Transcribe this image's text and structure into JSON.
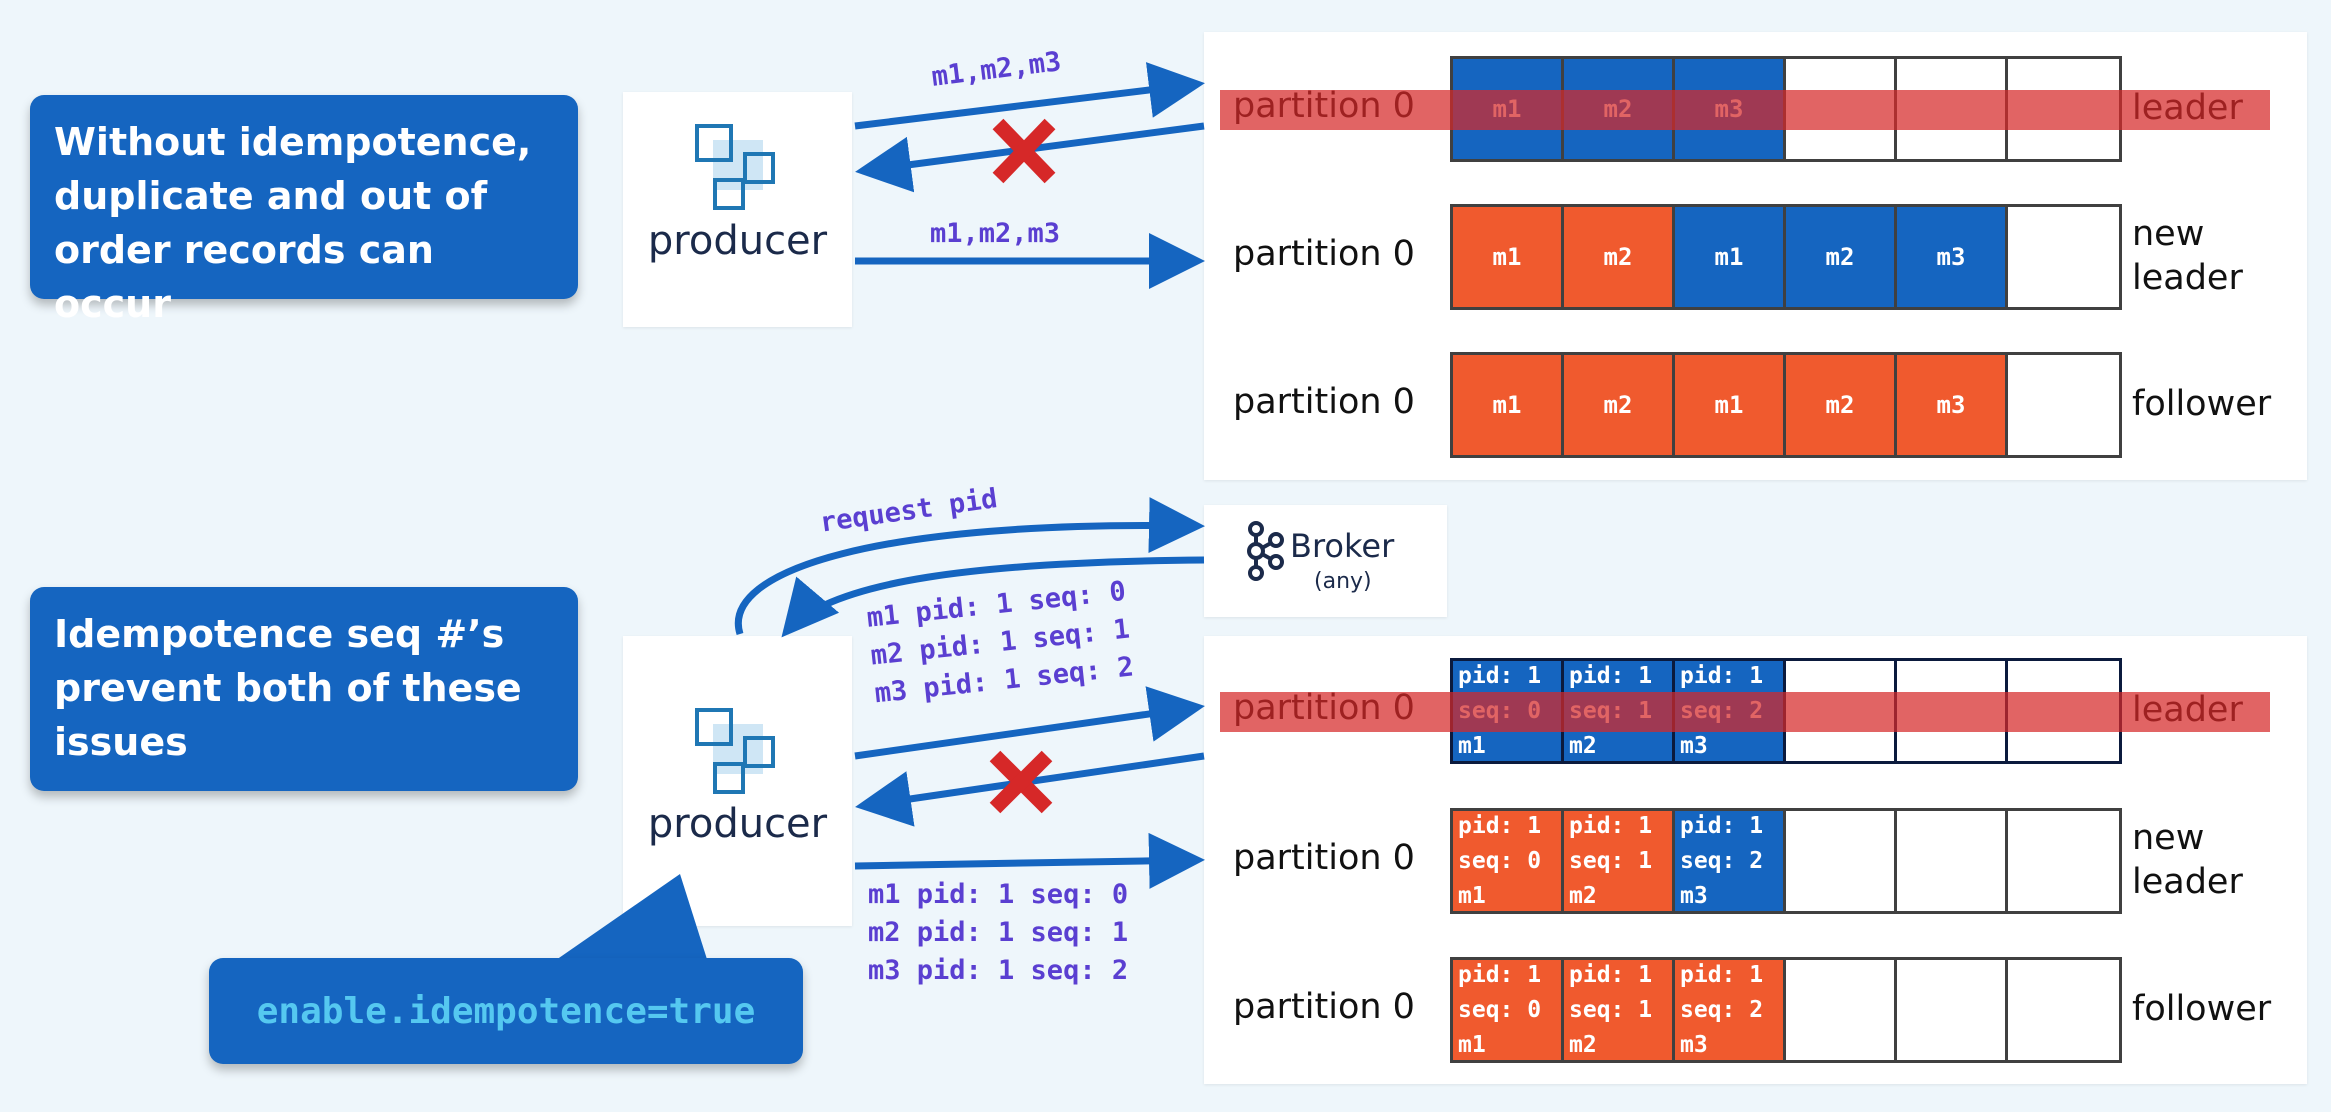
{
  "colors": {
    "background": "#eef6fb",
    "accent_blue": "#1565c0",
    "orange": "#f05a2e",
    "error_red": "#d62828",
    "message_purple": "#5a3fd1",
    "config_cyan": "#55c8f0"
  },
  "top": {
    "callout": "Without idempotence,\nduplicate and out of\norder records can occur",
    "producer_label": "producer",
    "send_label_1": "m1,m2,m3",
    "send_label_2": "m1,m2,m3",
    "rows": [
      {
        "label": "partition 0",
        "role": "leader",
        "band": true,
        "cells": [
          {
            "t": "m1",
            "c": "blue"
          },
          {
            "t": "m2",
            "c": "blue"
          },
          {
            "t": "m3",
            "c": "blue"
          },
          {
            "t": "",
            "c": "empty"
          },
          {
            "t": "",
            "c": "empty"
          },
          {
            "t": "",
            "c": "empty"
          }
        ]
      },
      {
        "label": "partition 0",
        "role": "new\nleader",
        "band": false,
        "cells": [
          {
            "t": "m1",
            "c": "orange"
          },
          {
            "t": "m2",
            "c": "orange"
          },
          {
            "t": "m1",
            "c": "blue"
          },
          {
            "t": "m2",
            "c": "blue"
          },
          {
            "t": "m3",
            "c": "blue"
          },
          {
            "t": "",
            "c": "empty"
          }
        ]
      },
      {
        "label": "partition 0",
        "role": "follower",
        "band": false,
        "cells": [
          {
            "t": "m1",
            "c": "orange"
          },
          {
            "t": "m2",
            "c": "orange"
          },
          {
            "t": "m1",
            "c": "orange"
          },
          {
            "t": "m2",
            "c": "orange"
          },
          {
            "t": "m3",
            "c": "orange"
          },
          {
            "t": "",
            "c": "empty"
          }
        ]
      }
    ]
  },
  "bottom": {
    "callout": "Idempotence seq #’s\nprevent both of these\nissues",
    "producer_label": "producer",
    "request_label": "request pid",
    "broker_label": "Broker",
    "broker_sub": "(any)",
    "send_lines_1": [
      "m1 pid: 1 seq: 0",
      "m2 pid: 1 seq: 1",
      "m3 pid: 1 seq: 2"
    ],
    "send_lines_2": [
      "m1 pid: 1 seq: 0",
      "m2 pid: 1 seq: 1",
      "m3 pid: 1 seq: 2"
    ],
    "config": "enable.idempotence=true",
    "rows": [
      {
        "label": "partition 0",
        "role": "leader",
        "band": true,
        "cells": [
          {
            "l": [
              "pid: 1",
              "seq: 0",
              "m1"
            ],
            "c": "blue"
          },
          {
            "l": [
              "pid: 1",
              "seq: 1",
              "m2"
            ],
            "c": "blue"
          },
          {
            "l": [
              "pid: 1",
              "seq: 2",
              "m3"
            ],
            "c": "blue"
          },
          {
            "l": [],
            "c": "empty"
          },
          {
            "l": [],
            "c": "empty"
          },
          {
            "l": [],
            "c": "empty"
          }
        ]
      },
      {
        "label": "partition 0",
        "role": "new\nleader",
        "band": false,
        "cells": [
          {
            "l": [
              "pid: 1",
              "seq: 0",
              "m1"
            ],
            "c": "orange"
          },
          {
            "l": [
              "pid: 1",
              "seq: 1",
              "m2"
            ],
            "c": "orange"
          },
          {
            "l": [
              "pid: 1",
              "seq: 2",
              "m3"
            ],
            "c": "blue"
          },
          {
            "l": [],
            "c": "empty"
          },
          {
            "l": [],
            "c": "empty"
          },
          {
            "l": [],
            "c": "empty"
          }
        ]
      },
      {
        "label": "partition 0",
        "role": "follower",
        "band": false,
        "cells": [
          {
            "l": [
              "pid: 1",
              "seq: 0",
              "m1"
            ],
            "c": "orange"
          },
          {
            "l": [
              "pid: 1",
              "seq: 1",
              "m2"
            ],
            "c": "orange"
          },
          {
            "l": [
              "pid: 1",
              "seq: 2",
              "m3"
            ],
            "c": "orange"
          },
          {
            "l": [],
            "c": "empty"
          },
          {
            "l": [],
            "c": "empty"
          },
          {
            "l": [],
            "c": "empty"
          }
        ]
      }
    ]
  }
}
